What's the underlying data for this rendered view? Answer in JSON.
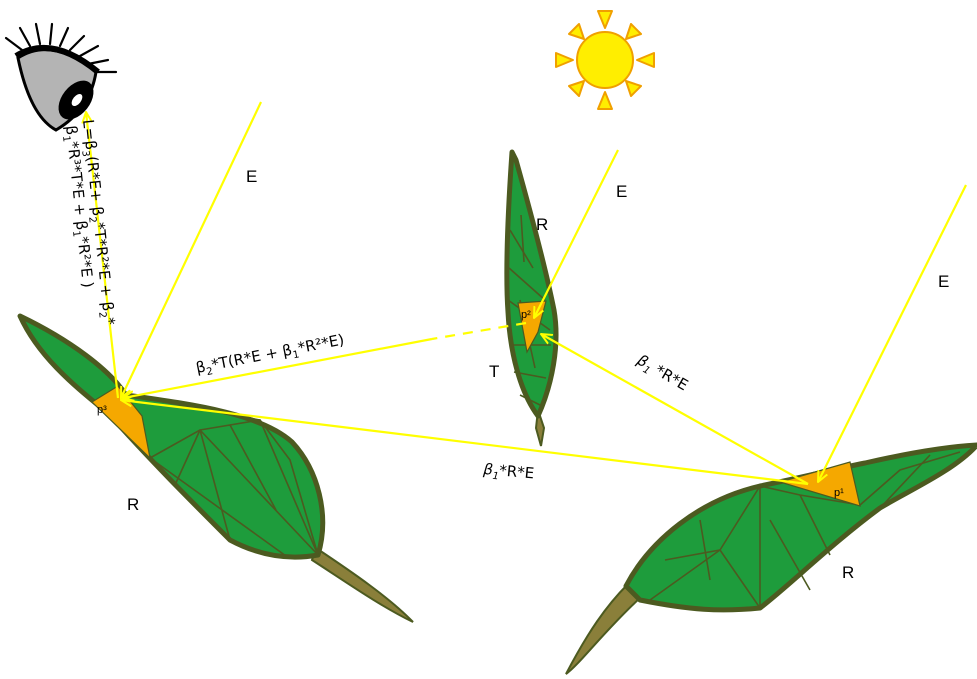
{
  "colors": {
    "leaf_fill": "#1e9c3c",
    "leaf_edge": "#4c5a20",
    "patch_fill": "#f5a800",
    "ray": "#ffff00",
    "sun": "#ffee00",
    "stem": "#8a7f3a"
  },
  "icons": {
    "sun": "sun-icon",
    "eye": "eye-icon"
  },
  "labels": {
    "E": "E",
    "R": "R",
    "T": "T",
    "p1": "p¹",
    "p2": "p²",
    "p3": "p³"
  },
  "equations": {
    "eye_line1_parts": [
      "L=",
      "β",
      "3",
      "(R*E+ β",
      "2",
      "*T*R²*E + β",
      "2",
      "*"
    ],
    "eye_line2_parts": [
      "β",
      "1",
      "*R³*T*E + β",
      "1",
      "*R²*E )"
    ],
    "p2_to_p3_parts": [
      "β",
      "2",
      "*T(R*E + β",
      "1",
      "*R²*E)"
    ],
    "p1_to_p2_parts": [
      "β",
      "1",
      " *R*E"
    ],
    "p1_to_p3_parts": [
      "β",
      "1",
      "*R*E"
    ]
  }
}
